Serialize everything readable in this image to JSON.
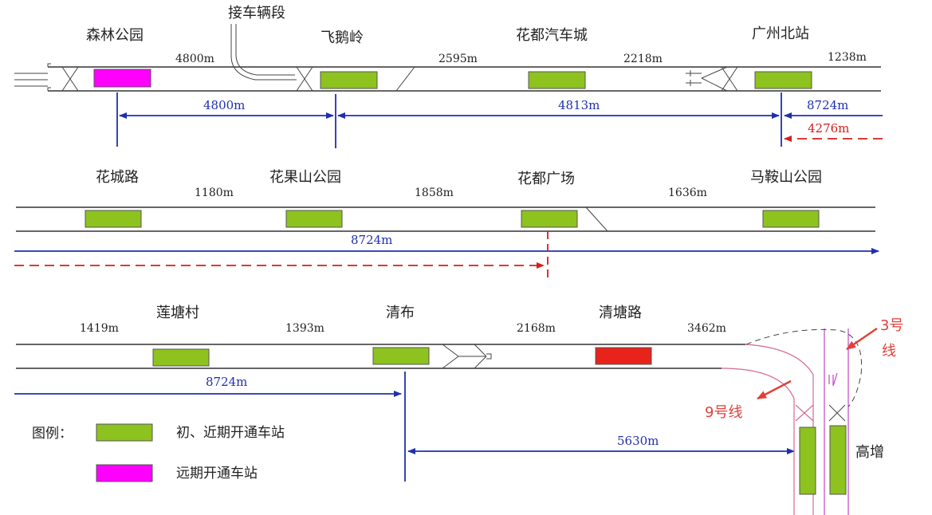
{
  "depot": "接车辆段",
  "row1": {
    "stations": [
      "森林公园",
      "飞鹅岭",
      "花都汽车城",
      "广州北站"
    ],
    "distances": [
      "4800m",
      "2595m",
      "2218m",
      "1238m"
    ],
    "dims": [
      "4800m",
      "4813m",
      "8724m",
      "4276m"
    ]
  },
  "row2": {
    "stations": [
      "花城路",
      "花果山公园",
      "花都广场",
      "马鞍山公园"
    ],
    "distances": [
      "1180m",
      "1858m",
      "1636m"
    ],
    "dims": [
      "8724m"
    ]
  },
  "row3": {
    "stations": [
      "莲塘村",
      "清布",
      "清塘路",
      "高增"
    ],
    "distances": [
      "1419m",
      "1393m",
      "2168m",
      "3462m"
    ],
    "dims": [
      "8724m",
      "5630m"
    ]
  },
  "annotations": {
    "line3": [
      "3号",
      "线"
    ],
    "line9": "9号线"
  },
  "legend": {
    "title": "图例：",
    "items": [
      "初、近期开通车站",
      "远期开通车站"
    ]
  },
  "colors": {
    "near_station": "#8dc21f",
    "far_station": "#ff00ff",
    "special_station": "#e8231b",
    "dimension_blue": "#1f2fb0",
    "dimension_red": "#d21f1f"
  }
}
